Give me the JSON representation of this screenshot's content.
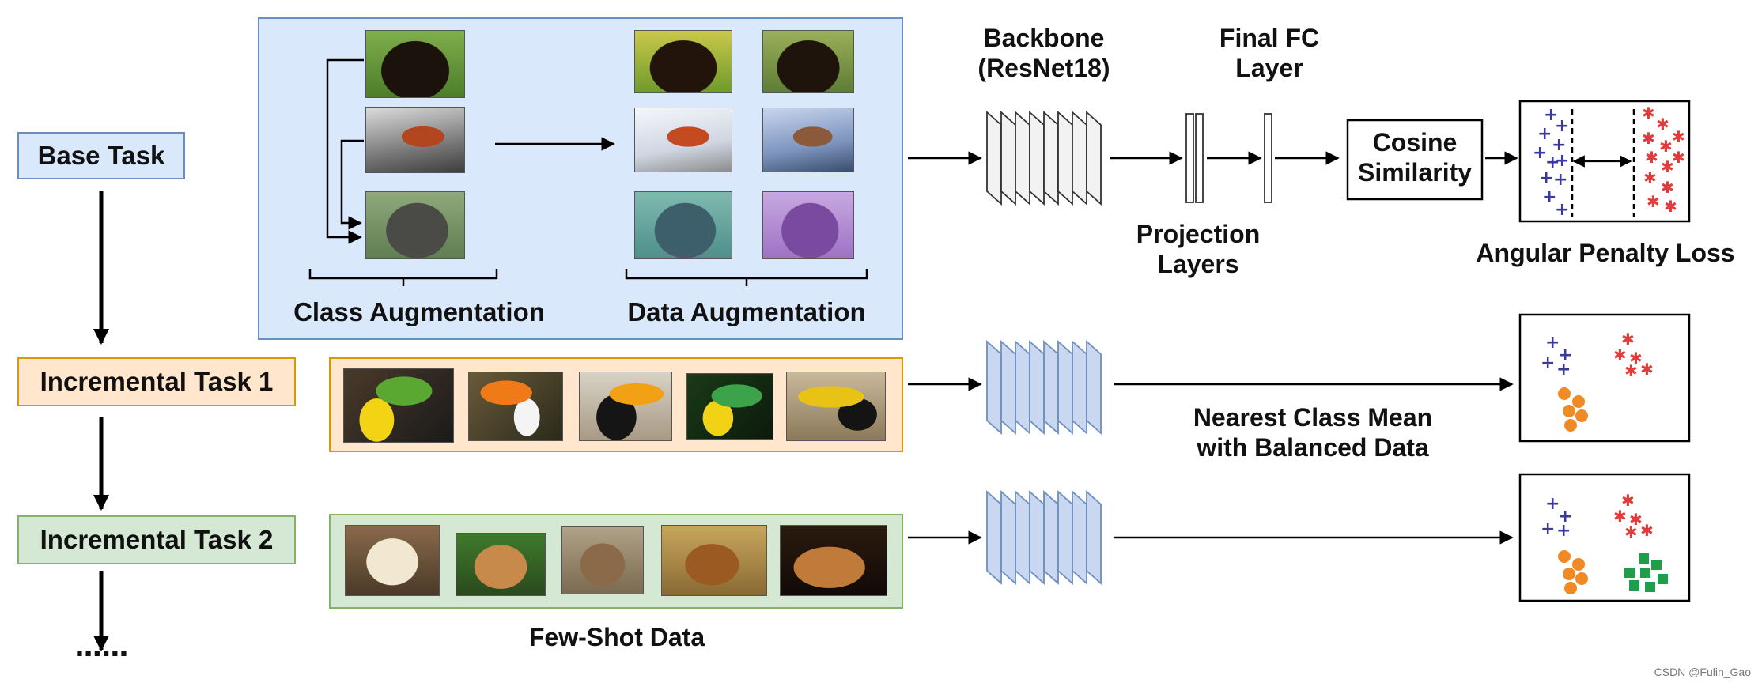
{
  "tasks": {
    "base": "Base Task",
    "inc1": "Incremental Task 1",
    "inc2": "Incremental Task 2",
    "ellipsis": "......"
  },
  "labels": {
    "class_aug": "Class Augmentation",
    "data_aug": "Data Augmentation",
    "backbone_line1": "Backbone",
    "backbone_line2": "(ResNet18)",
    "finalfc_line1": "Final FC",
    "finalfc_line2": "Layer",
    "projection_line1": "Projection",
    "projection_line2": "Layers",
    "cosine_line1": "Cosine",
    "cosine_line2": "Similarity",
    "angular": "Angular Penalty Loss",
    "ncm_line1": "Nearest Class Mean",
    "ncm_line2": "with Balanced Data",
    "fewshot": "Few-Shot Data"
  },
  "watermark": "CSDN @Fulin_Gao",
  "colors": {
    "base_fill": "#dae8fc",
    "base_stroke": "#6c8ebf",
    "inc1_fill": "#ffe6cc",
    "inc1_stroke": "#d79b00",
    "inc2_fill": "#d5e8d4",
    "inc2_stroke": "#82b366",
    "backbone_gray": "#f2f2f2",
    "backbone_blue": "#c9d8f0",
    "class_blue": "#3a3a9e",
    "class_red": "#e23b3b",
    "class_orange": "#f08a24",
    "class_green": "#1e9e4a"
  }
}
